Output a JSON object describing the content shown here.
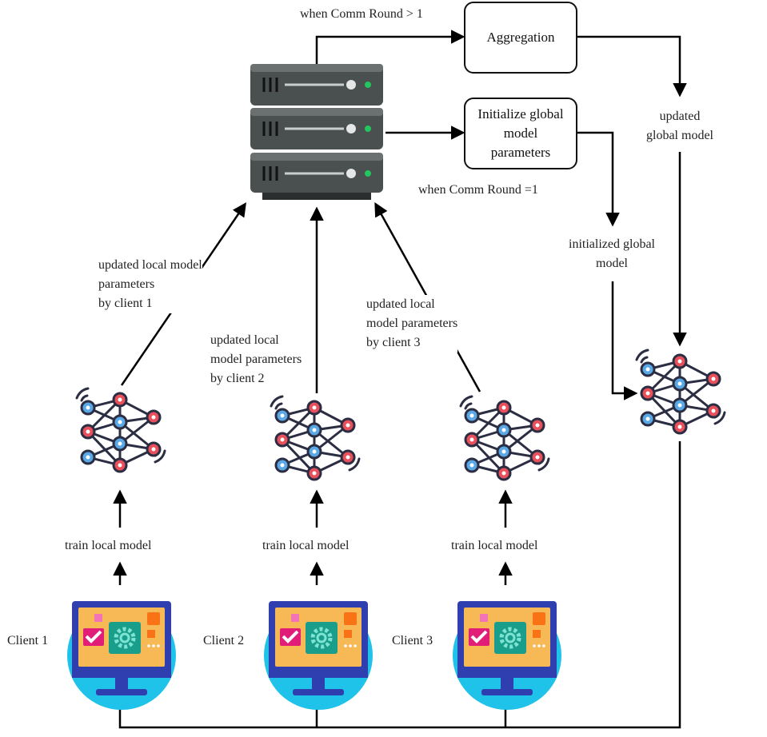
{
  "edge_labels": {
    "comm_round_gt1": "when Comm Round > 1",
    "comm_round_eq1": "when Comm Round =1",
    "updated_global_line1": "updated",
    "updated_global_line2": "global model",
    "initialized_global_line1": "initialized global",
    "initialized_global_line2": "model",
    "client1_params": [
      "updated local model",
      "parameters",
      "by client 1"
    ],
    "client2_params": [
      "updated local",
      "model parameters",
      "by client 2"
    ],
    "client3_params": [
      "updated local",
      "model parameters",
      "by client 3"
    ],
    "train_local": "train local model"
  },
  "boxes": {
    "aggregation": "Aggregation",
    "init_line1": "Initialize global",
    "init_line2": "model",
    "init_line3": "parameters"
  },
  "clients": [
    {
      "label": "Client 1"
    },
    {
      "label": "Client 2"
    },
    {
      "label": "Client 3"
    }
  ],
  "colors": {
    "line": "#000000",
    "node_red": "#e8505b",
    "node_blue": "#5aa9e6",
    "network_edge": "#2b2d42",
    "monitor_bg": "#1fc2e8",
    "monitor_frame": "#2f3fb0",
    "monitor_screen": "#f7b955",
    "gear_panel": "#1a9e8c",
    "server_body": "#4a4f4f",
    "server_led": "#22c55e"
  },
  "icons": {
    "server": "server-rack-icon",
    "network": "neural-network-icon",
    "client": "desktop-monitor-icon"
  }
}
